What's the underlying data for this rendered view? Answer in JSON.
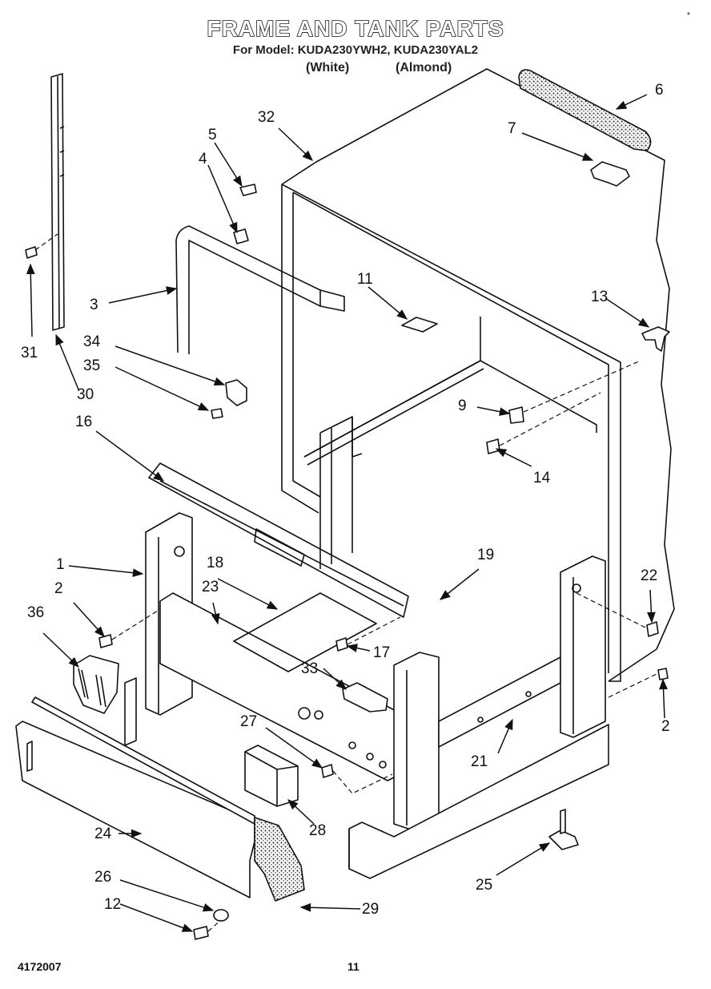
{
  "title": "FRAME AND TANK PARTS",
  "subtitle": "For Model: KUDA230YWH2, KUDA230YAL2",
  "variants": [
    "(White)",
    "(Almond)"
  ],
  "corner_mark": "*",
  "footer": {
    "doc_number": "4172007",
    "page_number": "11"
  },
  "callouts": [
    "1",
    "2",
    "3",
    "4",
    "5",
    "6",
    "7",
    "9",
    "11",
    "12",
    "13",
    "14",
    "16",
    "17",
    "18",
    "19",
    "21",
    "22",
    "23",
    "24",
    "25",
    "26",
    "27",
    "28",
    "29",
    "30",
    "31",
    "32",
    "33",
    "34",
    "35",
    "36"
  ],
  "callout_2b": "2"
}
